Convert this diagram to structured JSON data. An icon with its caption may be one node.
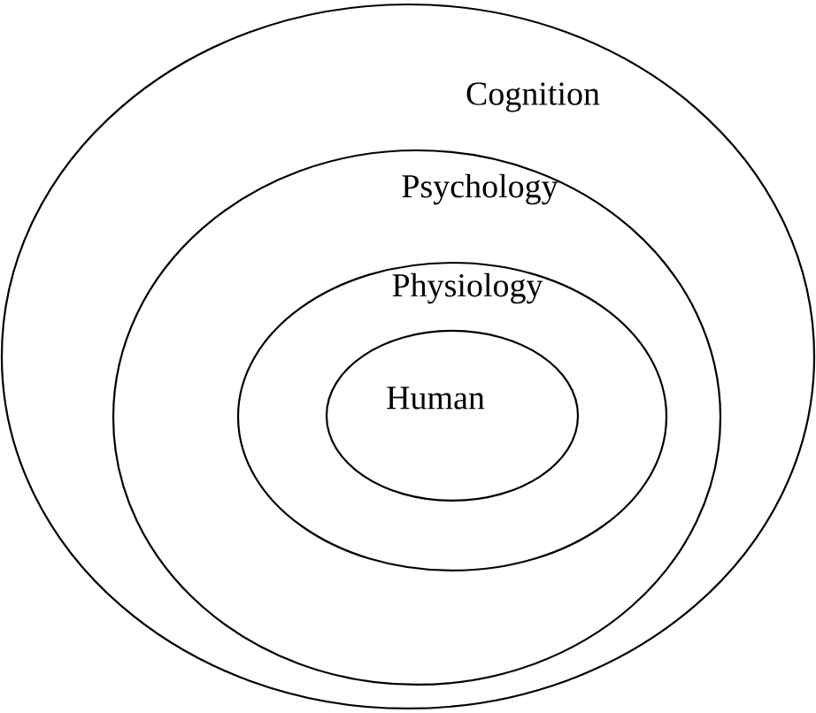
{
  "diagram": {
    "nodes": [
      {
        "text": [
          "Cognition"
        ]
      },
      {
        "text": [
          "Psychology"
        ],
        "in": 0
      },
      {
        "text": [
          "Physiology"
        ],
        "in": 1
      },
      {
        "text": [
          "Human"
        ],
        "in": 2
      }
    ]
  }
}
